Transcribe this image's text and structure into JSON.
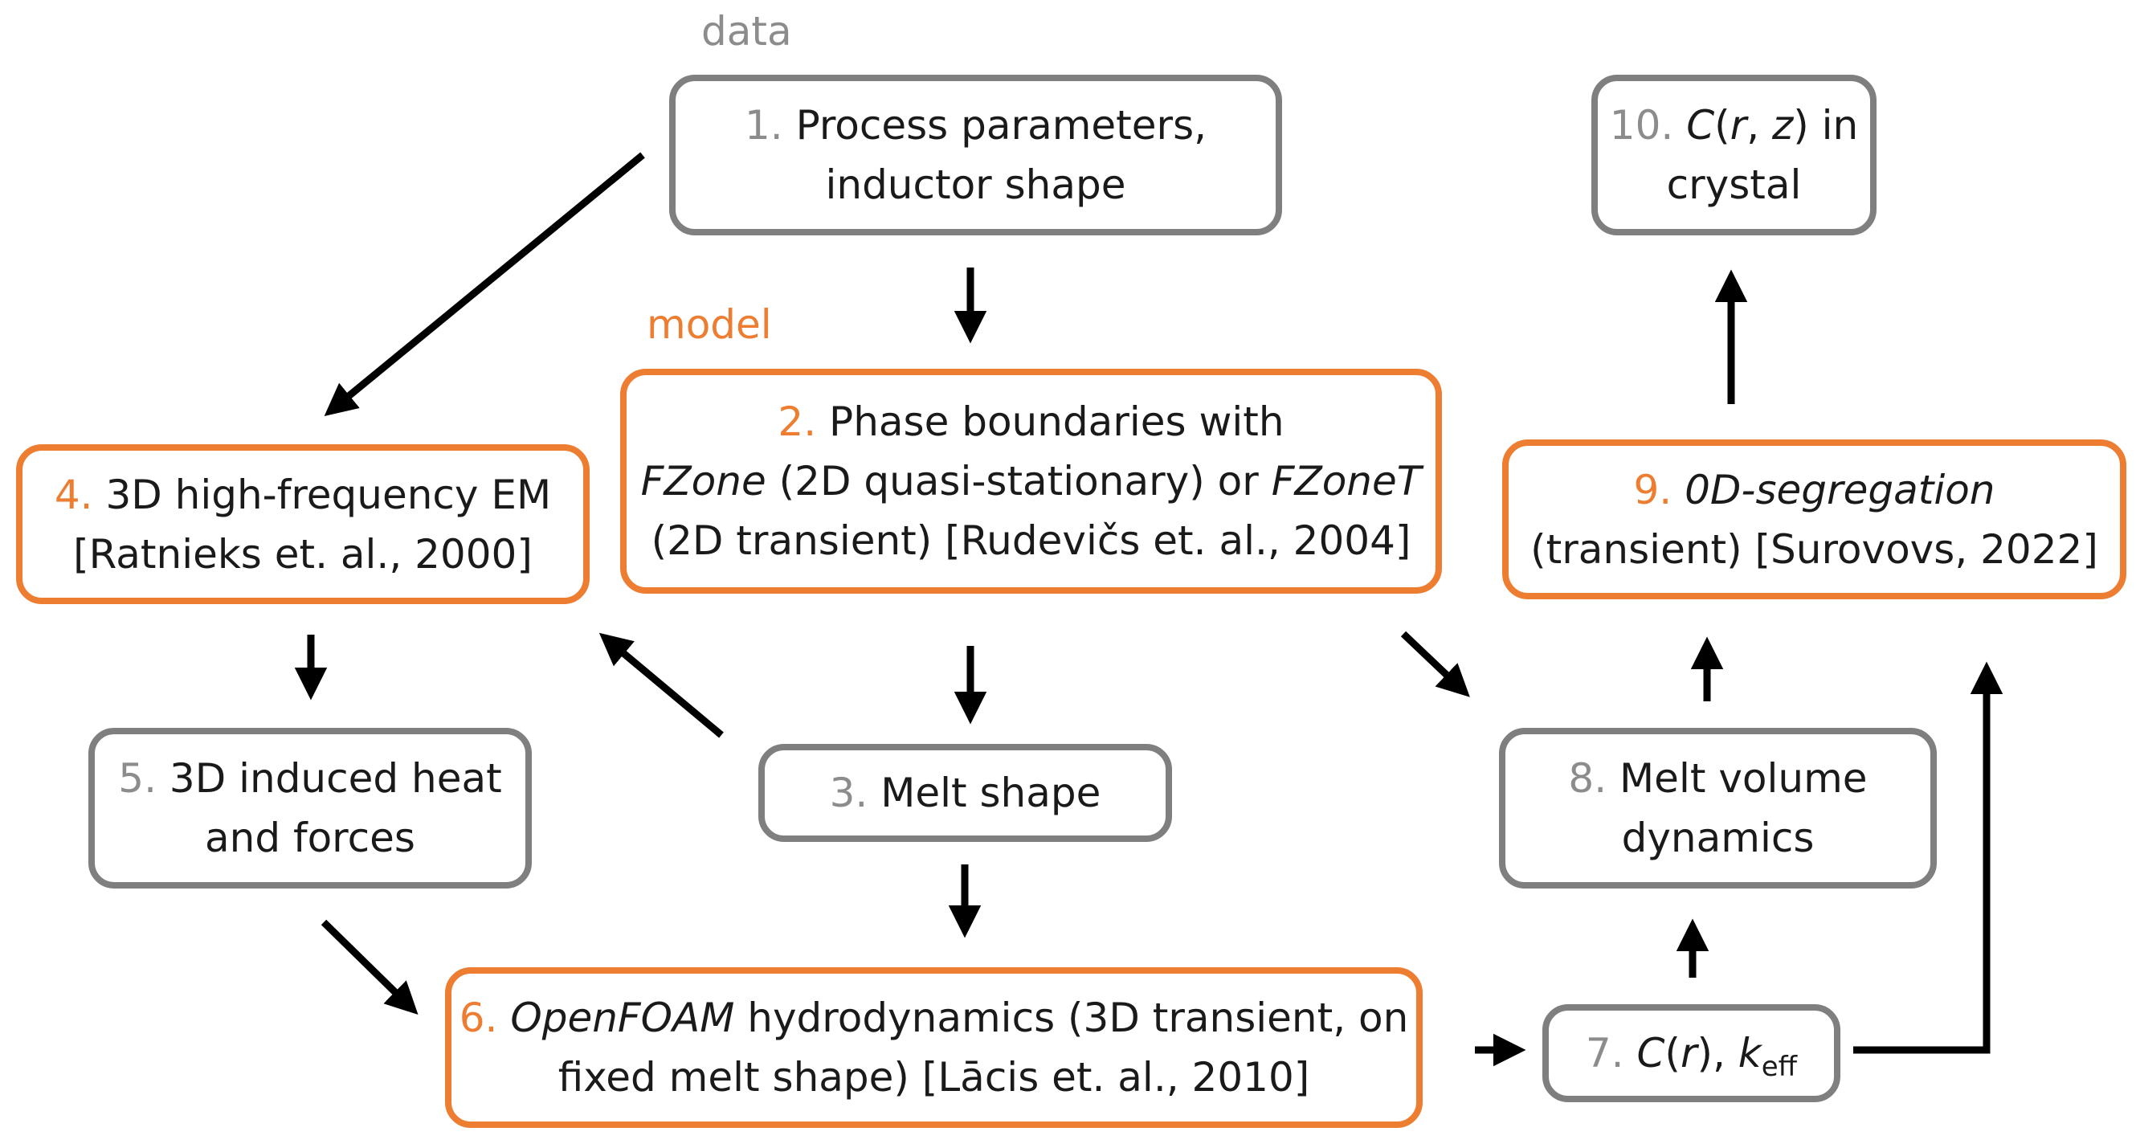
{
  "legend": {
    "data": "data",
    "model": "model"
  },
  "boxes": {
    "b1": {
      "num": "1.",
      "lines": [
        "Process parameters,",
        "inductor shape"
      ]
    },
    "b2": {
      "num": "2.",
      "l1": "Phase boundaries with",
      "fzone": "FZone",
      "l2": " (2D quasi-stationary) or ",
      "fzonet": "FZoneT",
      "l3": "(2D transient) [Rudevičs et. al., 2004]"
    },
    "b3": {
      "num": "3.",
      "text": "Melt shape"
    },
    "b4": {
      "num": "4.",
      "l1": "3D high-frequency EM",
      "l2": "[Ratnieks et. al., 2000]"
    },
    "b5": {
      "num": "5.",
      "l1": "3D induced heat",
      "l2": "and forces"
    },
    "b6": {
      "num": "6.",
      "openfoam": "OpenFOAM",
      "l1": " hydrodynamics (3D transient, on",
      "l2": "fixed melt shape) [Lācis et. al., 2010]"
    },
    "b7": {
      "num": "7.",
      "c": "C",
      "p1": "(",
      "r": "r",
      "p2": "), ",
      "k": "k",
      "sub": "eff"
    },
    "b8": {
      "num": "8.",
      "l1": "Melt volume",
      "l2": "dynamics"
    },
    "b9": {
      "num": "9.",
      "title": "0D-segregation",
      "l2": "(transient) [Surovovs, 2022]"
    },
    "b10": {
      "num": "10.",
      "c": "C",
      "p1": "(",
      "r": "r",
      "comma": ", ",
      "z": "z",
      "p2": ") in",
      "l2": "crystal"
    }
  }
}
